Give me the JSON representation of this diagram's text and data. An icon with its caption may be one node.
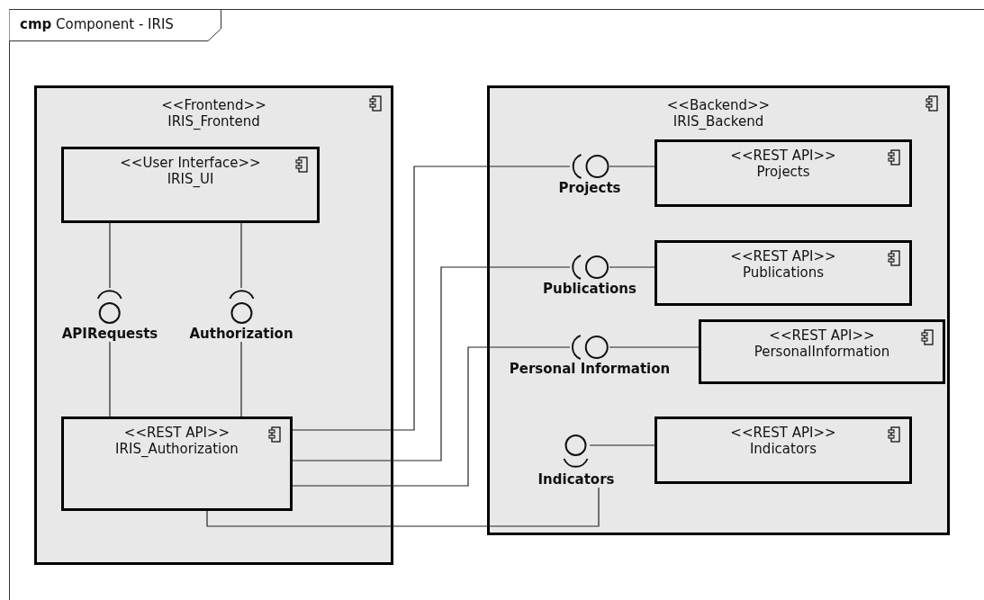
{
  "diagram": {
    "title": "**cmp** Component - IRIS",
    "nodes": [
      {
        "text": [
          "<<Frontend>>",
          "IRIS_Frontend"
        ]
      },
      {
        "text": [
          "<<User Interface>>",
          "IRIS_UI"
        ],
        "in": 0
      },
      {
        "text": [
          "APIRequests"
        ],
        "in": 0
      },
      {
        "text": [
          "Authorization"
        ],
        "in": 0
      },
      {
        "text": [
          "<<REST API>>",
          "IRIS_Authorization"
        ],
        "in": 0
      },
      {
        "text": [
          "<<Backend>>",
          "IRIS_Backend"
        ]
      },
      {
        "text": [
          "Projects"
        ],
        "in": 5
      },
      {
        "text": [
          "<<REST API>>",
          "Projects"
        ],
        "in": 5
      },
      {
        "text": [
          "Publications"
        ],
        "in": 5
      },
      {
        "text": [
          "<<REST API>>",
          "Publications"
        ],
        "in": 5
      },
      {
        "text": [
          "Personal Information"
        ],
        "in": 5
      },
      {
        "text": [
          "<<REST API>>",
          "PersonalInformation"
        ],
        "in": 5
      },
      {
        "text": [
          "Indicators"
        ],
        "in": 5
      },
      {
        "text": [
          "<<REST API>>",
          "Indicators"
        ],
        "in": 5
      }
    ],
    "edges": [
      {
        "from": 1,
        "to": 2,
        "arrow": "none"
      },
      {
        "from": 2,
        "to": 4,
        "arrow": "none"
      },
      {
        "from": 1,
        "to": 3,
        "arrow": "none"
      },
      {
        "from": 3,
        "to": 4,
        "arrow": "none"
      },
      {
        "from": 4,
        "to": 6,
        "arrow": "none"
      },
      {
        "from": 6,
        "to": 7,
        "arrow": "none"
      },
      {
        "from": 4,
        "to": 8,
        "arrow": "none"
      },
      {
        "from": 8,
        "to": 9,
        "arrow": "none"
      },
      {
        "from": 4,
        "to": 10,
        "arrow": "none"
      },
      {
        "from": 10,
        "to": 11,
        "arrow": "none"
      },
      {
        "from": 4,
        "to": 12,
        "arrow": "none"
      },
      {
        "from": 12,
        "to": 13,
        "arrow": "none"
      }
    ]
  }
}
